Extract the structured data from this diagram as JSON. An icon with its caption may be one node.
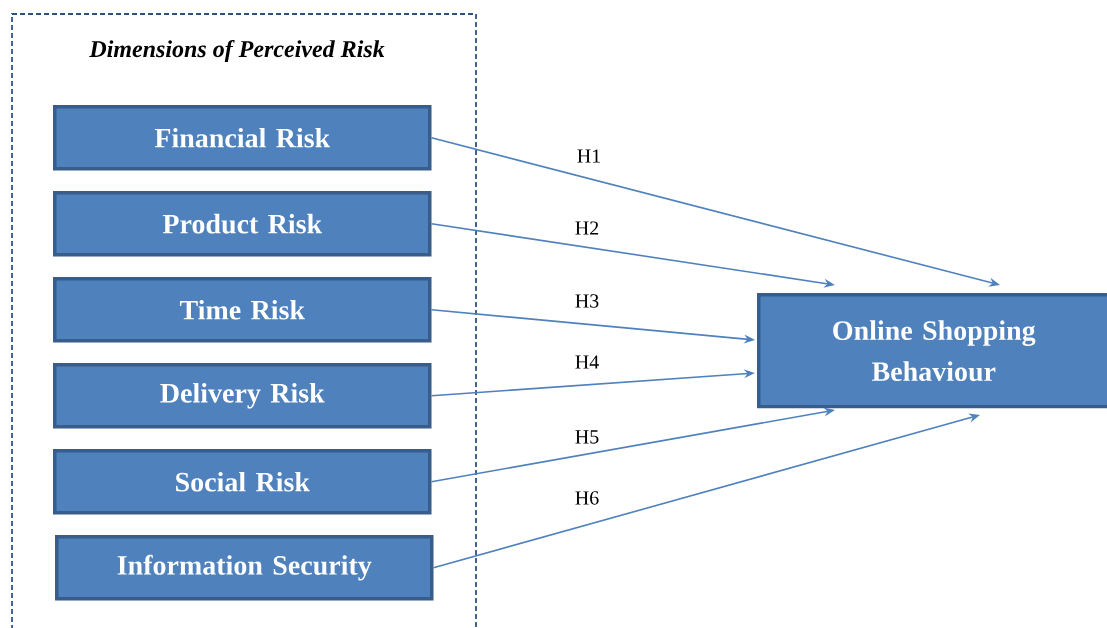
{
  "diagram": {
    "nodes": [
      {
        "text": [
          "Dimensions of Perceived Risk"
        ]
      },
      {
        "text": [
          "Financial Risk"
        ],
        "in": 0
      },
      {
        "text": [
          "Product Risk"
        ],
        "in": 0
      },
      {
        "text": [
          "Time Risk"
        ],
        "in": 0
      },
      {
        "text": [
          "Delivery Risk"
        ],
        "in": 0
      },
      {
        "text": [
          "Social Risk"
        ],
        "in": 0
      },
      {
        "text": [
          "Information Security"
        ],
        "in": 0
      },
      {
        "text": [
          "Online Shopping Behaviour"
        ]
      }
    ],
    "edges": [
      {
        "from": 1,
        "to": 7,
        "arrow": "to",
        "label": "H1"
      },
      {
        "from": 2,
        "to": 7,
        "arrow": "to",
        "label": "H2"
      },
      {
        "from": 3,
        "to": 7,
        "arrow": "to",
        "label": "H3"
      },
      {
        "from": 4,
        "to": 7,
        "arrow": "to",
        "label": "H4"
      },
      {
        "from": 5,
        "to": 7,
        "arrow": "to",
        "label": "H5"
      },
      {
        "from": 6,
        "to": 7,
        "arrow": "to",
        "label": "H6"
      }
    ]
  }
}
